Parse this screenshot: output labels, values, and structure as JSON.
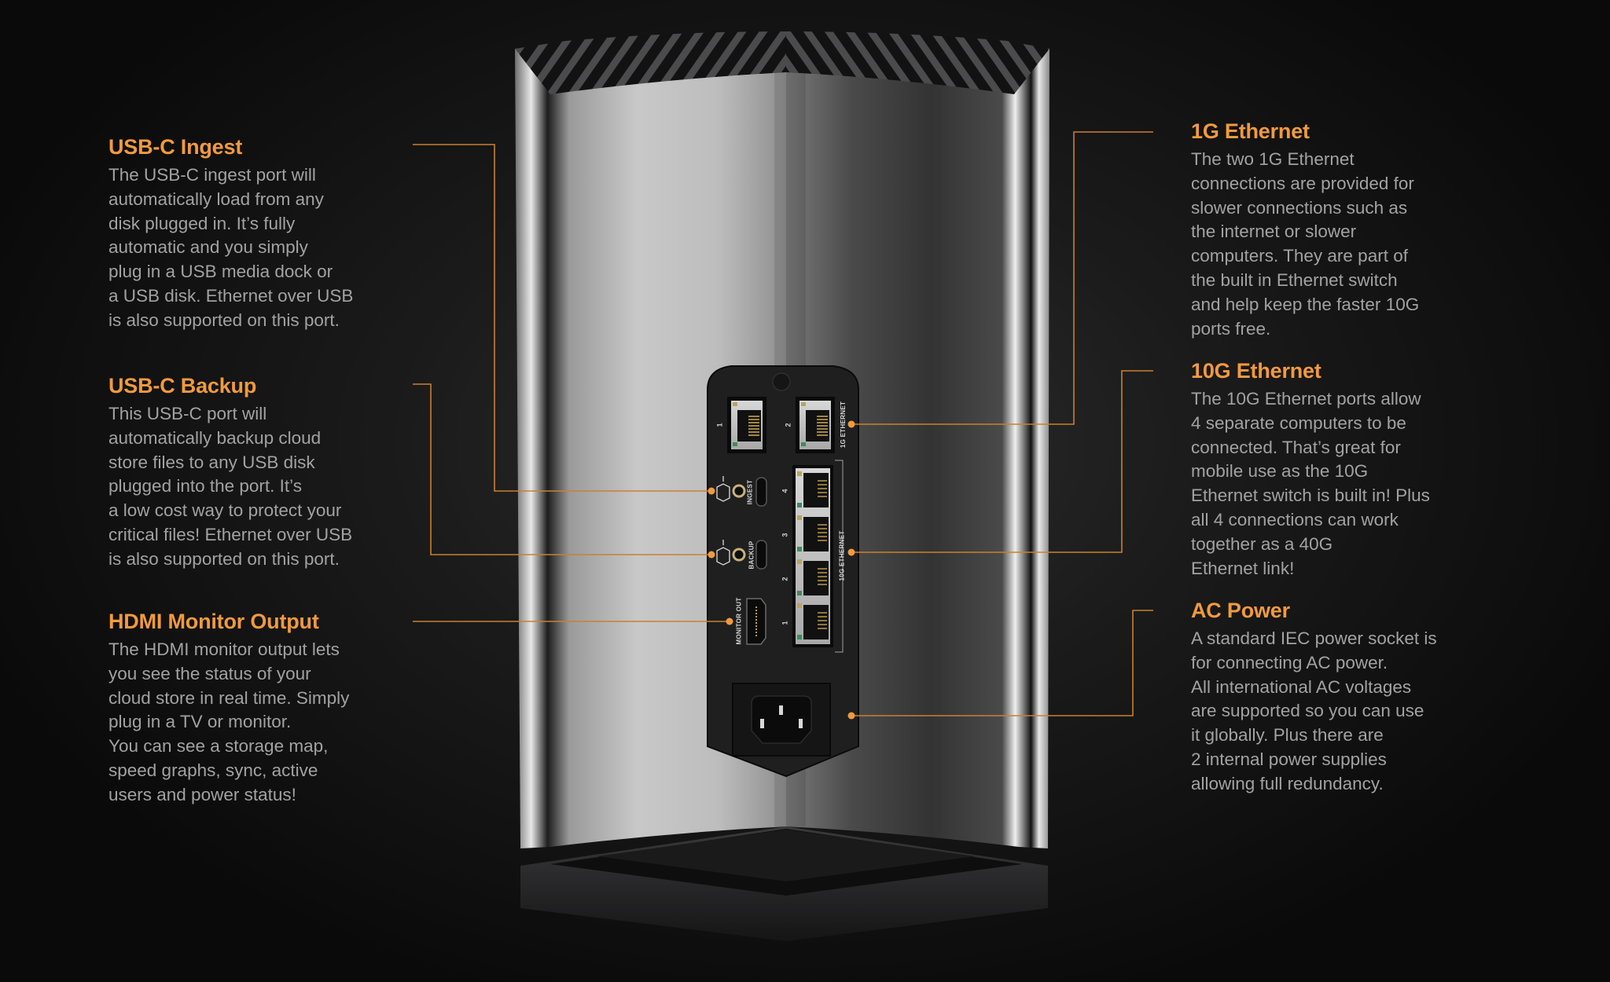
{
  "colors": {
    "accent": "#F19A3E",
    "body_text": "#A2A2A2",
    "background": "#0A0A0A",
    "panel": "#1E1E1F",
    "metal_light": "#D0D0D0",
    "metal_dark": "#3A3A3A"
  },
  "callouts_left": [
    {
      "id": "usb-c-ingest",
      "title": "USB-C Ingest",
      "lines": [
        "The USB-C ingest port will",
        "automatically load from any",
        "disk plugged in. It’s fully",
        "automatic and you simply",
        "plug in a USB media dock or",
        "a USB disk. Ethernet over USB",
        "is also supported on this port."
      ]
    },
    {
      "id": "usb-c-backup",
      "title": "USB-C Backup",
      "lines": [
        "This USB-C port will",
        "automatically backup cloud",
        "store files to any USB disk",
        "plugged into the port. It’s",
        "a low cost way to protect your",
        "critical files! Ethernet over USB",
        "is also supported on this port."
      ]
    },
    {
      "id": "hdmi-monitor-output",
      "title": "HDMI Monitor Output",
      "lines": [
        "The HDMI monitor output lets",
        "you see the status of your",
        "cloud store in real time. Simply",
        "plug in a TV or monitor.",
        "You can see a storage map,",
        "speed graphs, sync, active",
        "users and power status!"
      ]
    }
  ],
  "callouts_right": [
    {
      "id": "1g-ethernet",
      "title": "1G Ethernet",
      "lines": [
        "The two 1G Ethernet",
        "connections are provided for",
        "slower connections such as",
        "the internet or slower",
        "computers. They are part of",
        "the built in Ethernet switch",
        "and help keep the faster 10G",
        "ports free."
      ]
    },
    {
      "id": "10g-ethernet",
      "title": "10G Ethernet",
      "lines": [
        "The 10G Ethernet ports allow",
        "4 separate computers to be",
        "connected. That’s great for",
        "mobile use as the 10G",
        "Ethernet switch is built in! Plus",
        "all 4 connections can work",
        "together as a 40G",
        "Ethernet link!"
      ]
    },
    {
      "id": "ac-power",
      "title": "AC Power",
      "lines": [
        "A standard IEC power socket is",
        "for connecting AC power.",
        "All international AC voltages",
        "are supported so you can use",
        "it globally. Plus there are",
        "2 internal power supplies",
        "allowing full redundancy."
      ]
    }
  ],
  "panel_labels": {
    "one_g": "1G ETHERNET",
    "ten_g": "10G ETHERNET",
    "ingest": "INGEST",
    "backup": "BACKUP",
    "monitor_out": "MONITOR OUT"
  },
  "port_numbers": {
    "one_g": [
      "1",
      "2"
    ],
    "ten_g": [
      "4",
      "3",
      "2",
      "1"
    ]
  },
  "icons": {
    "ingest": "disk-download-icon",
    "backup": "disk-upload-icon",
    "ethernet": "rj45-port-icon",
    "usb_c": "usb-c-port-icon",
    "hdmi": "hdmi-port-icon",
    "power": "iec-c14-socket-icon"
  }
}
